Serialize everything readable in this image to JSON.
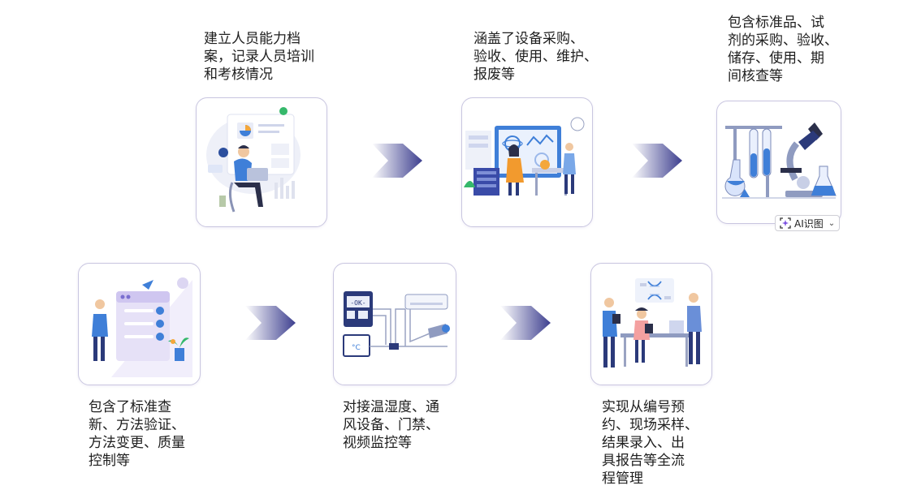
{
  "steps": [
    {
      "caption": "建立人员能力档\n案，记录人员培训\n和考核情况",
      "icon": "person-at-laptop-illustration"
    },
    {
      "caption": "涵盖了设备采购、\n验收、使用、维护、\n报废等",
      "icon": "lab-equipment-team-illustration"
    },
    {
      "caption": "包含标准品、试\n剂的采购、验收、\n储存、使用、期\n间核查等",
      "icon": "microscope-glassware-illustration"
    },
    {
      "caption": "包含了标准查\n新、方法验证、\n方法变更、质量\n控制等",
      "icon": "checklist-illustration"
    },
    {
      "caption": "对接温湿度、通\n风设备、门禁、\n视频监控等",
      "icon": "environment-control-illustration"
    },
    {
      "caption": "实现从编号预\n约、现场采样、\n结果录入、出\n具报告等全流\n程管理",
      "icon": "lab-workflow-team-illustration"
    }
  ],
  "ai_button": {
    "label": "AI识图",
    "icon": "ai-scan-icon"
  },
  "colors": {
    "arrow": "#3d3f8f",
    "card_border": "#c9c6e0",
    "accent_blue": "#3f7fd8",
    "accent_purple": "#7a6fd0"
  }
}
